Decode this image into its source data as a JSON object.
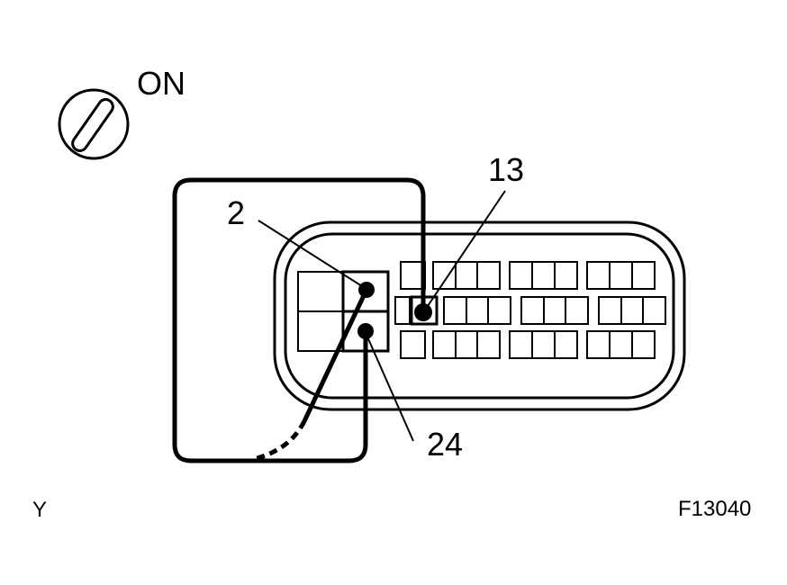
{
  "ignition": {
    "label": "ON"
  },
  "terminals": {
    "t2": "2",
    "t13": "13",
    "t24": "24"
  },
  "footer": {
    "left": "Y",
    "right": "F13040"
  },
  "icons": {
    "ignition_switch": "ignition-key-icon",
    "connector": "connector-icon"
  },
  "colors": {
    "line": "#000000",
    "background": "#ffffff"
  }
}
